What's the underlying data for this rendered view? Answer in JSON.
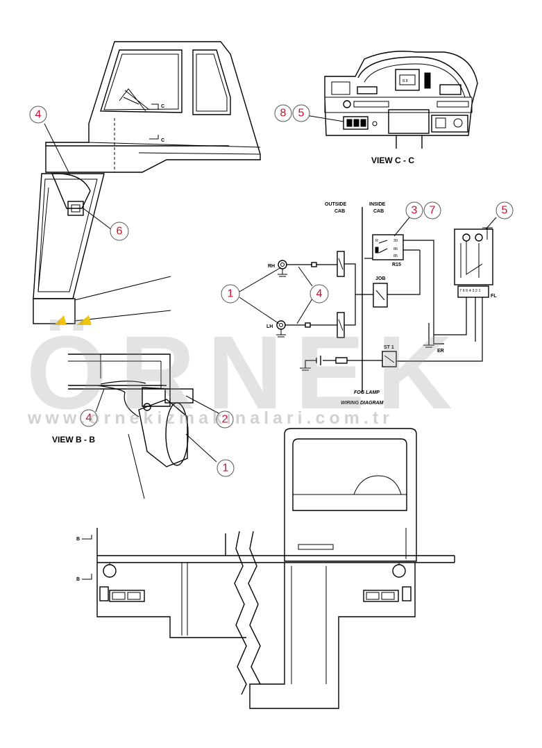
{
  "labels": {
    "view_cc": "VIEW C - C",
    "view_bb": "VIEW B - B",
    "outside_cab": [
      "OUTSIDE",
      "CAB"
    ],
    "inside_cab": [
      "INSIDE",
      "CAB"
    ],
    "diagram_title": [
      "FOG LAMP",
      "WIRING DIAGRAM"
    ],
    "rh": "RH",
    "lh": "LH",
    "job": "JOB",
    "r15": "R15",
    "st1": "ST 1",
    "er": "ER",
    "fl": "FL",
    "c_marker": "C",
    "b_marker": "B"
  },
  "callouts": [
    {
      "id": "c-4-cab",
      "text": "4"
    },
    {
      "id": "c-6-cab",
      "text": "6"
    },
    {
      "id": "c-8-view",
      "text": "8"
    },
    {
      "id": "c-5-view",
      "text": "5"
    },
    {
      "id": "c-3-wire",
      "text": "3"
    },
    {
      "id": "c-7-wire",
      "text": "7"
    },
    {
      "id": "c-5-relay",
      "text": "5"
    },
    {
      "id": "c-1-lamps",
      "text": "1"
    },
    {
      "id": "c-4-wires",
      "text": "4"
    },
    {
      "id": "c-4-bb",
      "text": "4"
    },
    {
      "id": "c-2-bb",
      "text": "2"
    },
    {
      "id": "c-1-bb",
      "text": "1"
    }
  ],
  "watermark": {
    "brand": "ÖRNEK",
    "url": "www.ornekizmakinalari.com.tr"
  }
}
